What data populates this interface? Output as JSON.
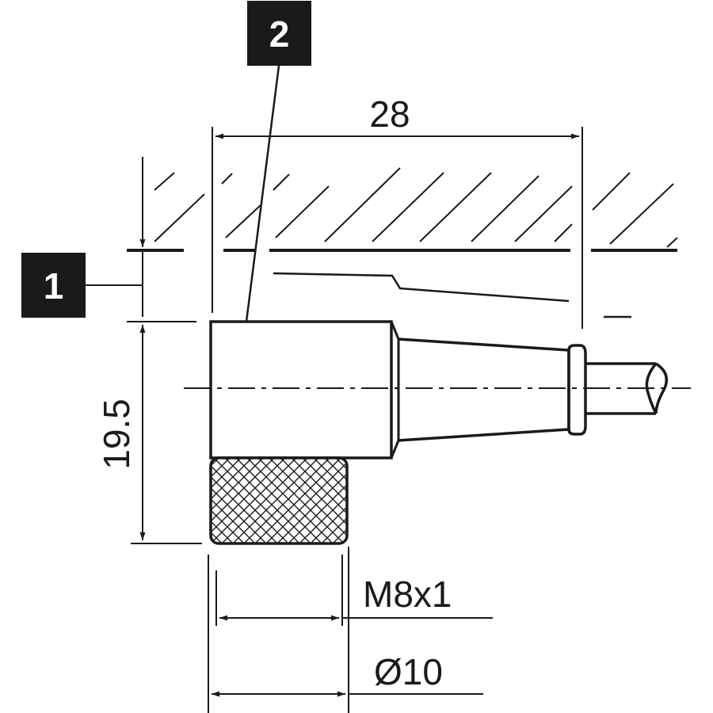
{
  "callouts": {
    "one": "1",
    "two": "2"
  },
  "dimensions": {
    "width_top": "28",
    "height_left": "19.5",
    "thread": "M8x1",
    "diameter": "Ø10"
  },
  "colors": {
    "ink": "#1a1a1a",
    "background": "#ffffff"
  }
}
